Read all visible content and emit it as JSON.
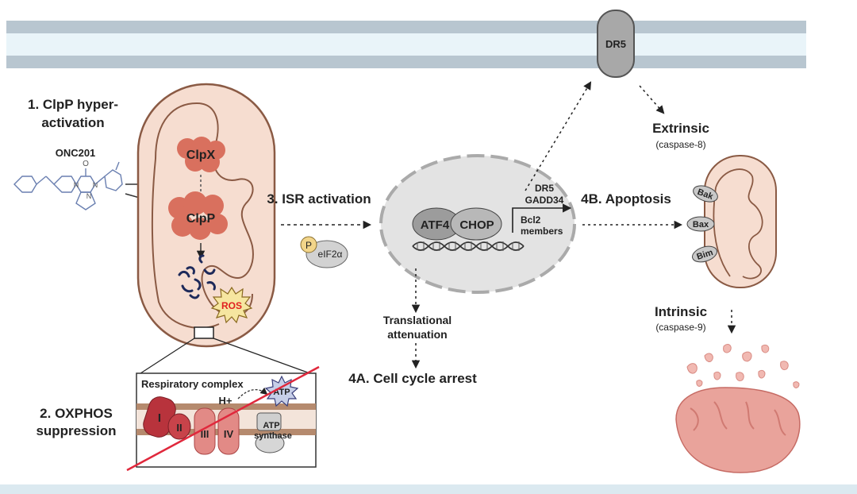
{
  "membrane_receptor": "DR5",
  "extrinsic": {
    "title": "Extrinsic",
    "sub": "(caspase-8)"
  },
  "intrinsic": {
    "title": "Intrinsic",
    "sub": "(caspase-9)"
  },
  "step1": {
    "line1": "1. ClpP hyper-",
    "line2": "activation"
  },
  "drug": "ONC201",
  "drug_atoms": {
    "O": "O",
    "N1": "N",
    "N2": "N",
    "N3": "N"
  },
  "mito": {
    "clpx": "ClpX",
    "clpp": "ClpP",
    "ros": "ROS"
  },
  "step2": {
    "line1": "2. OXPHOS",
    "line2": "suppression"
  },
  "oxphos": {
    "title": "Respiratory complex",
    "proton": "H+",
    "atp": "ATP",
    "complexes": [
      "I",
      "II",
      "III",
      "IV"
    ],
    "synthase_line1": "ATP",
    "synthase_line2": "synthase"
  },
  "step3": "3. ISR activation",
  "eif": {
    "p": "P",
    "label": "eIF2α"
  },
  "nucleus": {
    "atf4": "ATF4",
    "chop": "CHOP",
    "targets1": "DR5",
    "targets2": "GADD34",
    "targets3": "Bcl2",
    "targets4": "members"
  },
  "translational": {
    "line1": "Translational",
    "line2": "attenuation"
  },
  "step4a": "4A. Cell cycle arrest",
  "step4b": "4B. Apoptosis",
  "bcl2_proteins": [
    "Bak",
    "Bax",
    "Bim"
  ],
  "colors": {
    "membrane_band": "#b9c7d1",
    "membrane_inner": "#e8f3f8",
    "mito_fill": "#f6ddd0",
    "mito_stroke": "#8a5a44",
    "clp": "#d9705e",
    "nucleus": "#e3e3e3",
    "ros": "#e02020",
    "cross": "#e0283c",
    "complex": "#c8434a"
  }
}
